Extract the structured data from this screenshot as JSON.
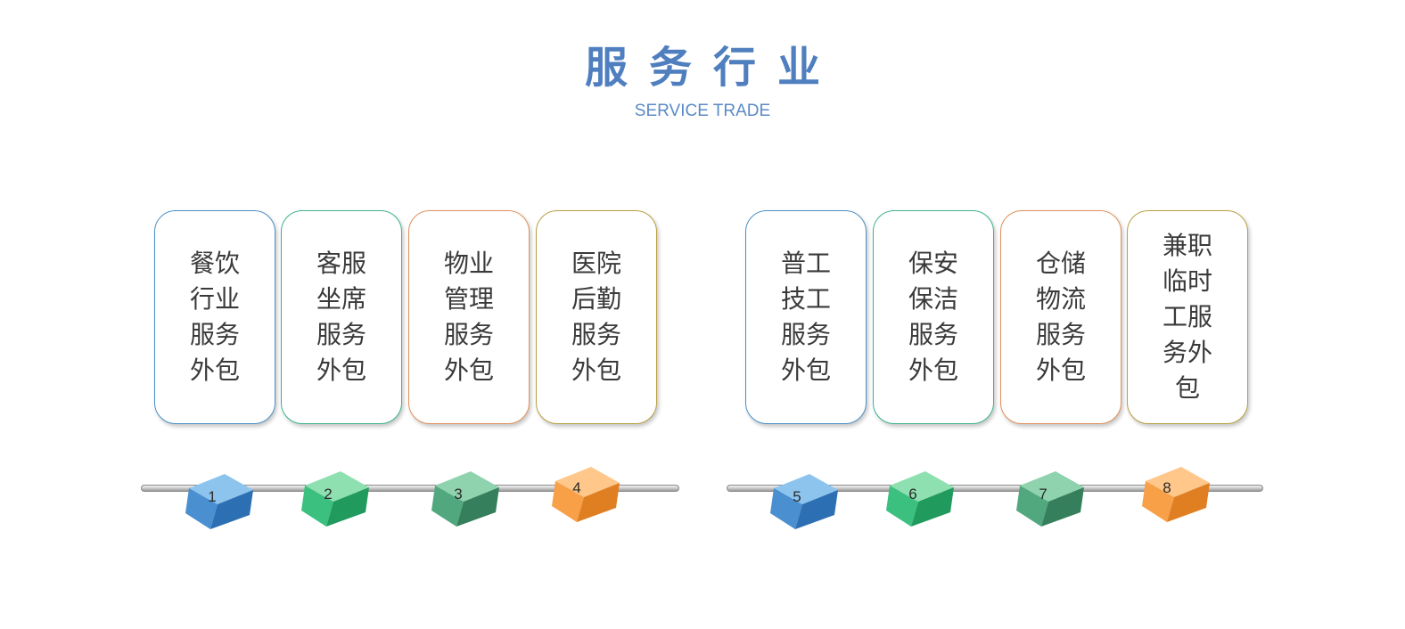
{
  "title": "服务行业",
  "subtitle": "SERVICE TRADE",
  "items": [
    {
      "num": "1",
      "label": "餐饮行业服务外包",
      "border": "#4a90c8"
    },
    {
      "num": "2",
      "label": "客服坐席服务外包",
      "border": "#3cb38a"
    },
    {
      "num": "3",
      "label": "物业管理服务外包",
      "border": "#e0905a"
    },
    {
      "num": "4",
      "label": "医院后勤服务外包",
      "border": "#b8a040"
    },
    {
      "num": "5",
      "label": "普工技工服务外包",
      "border": "#4a90c8"
    },
    {
      "num": "6",
      "label": "保安保洁服务外包",
      "border": "#3cb38a"
    },
    {
      "num": "7",
      "label": "仓储物流服务外包",
      "border": "#e0905a"
    },
    {
      "num": "8",
      "label": "兼职临时工服务外包",
      "border": "#b8a040"
    }
  ],
  "cube_colors": {
    "blue": [
      "#8cc4ee",
      "#4a8fd0",
      "#2d6fb3"
    ],
    "green": [
      "#8ee0b0",
      "#3cc080",
      "#219a5e"
    ],
    "teal": [
      "#8fd2ae",
      "#52a87e",
      "#357f5c"
    ],
    "orange": [
      "#ffc78a",
      "#f8a048",
      "#e07f22"
    ]
  },
  "cube_order": [
    "blue",
    "green",
    "teal",
    "orange",
    "blue",
    "green",
    "teal",
    "orange"
  ]
}
